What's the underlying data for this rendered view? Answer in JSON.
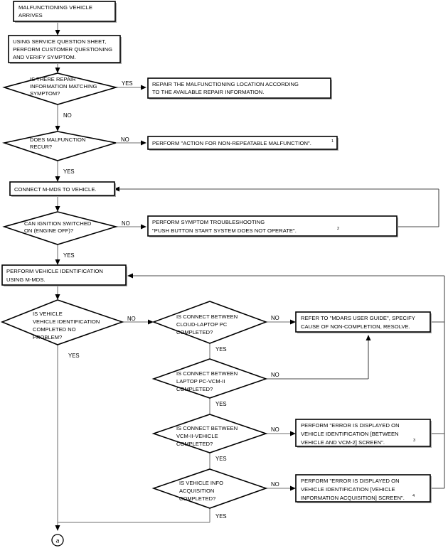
{
  "chart_data": {
    "type": "diagram",
    "title": "Vehicle Diagnostic Troubleshooting Flowchart",
    "nodes": [
      {
        "id": "n1",
        "shape": "process",
        "lines": [
          "MALFUNCTIONING VEHICLE",
          "ARRIVES"
        ]
      },
      {
        "id": "n2",
        "shape": "process",
        "lines": [
          "USING SERVICE QUESTION SHEET,",
          "PERFORM CUSTOMER QUESTIONING",
          "AND VERIFY SYMPTOM."
        ]
      },
      {
        "id": "d1",
        "shape": "decision",
        "lines": [
          "IS THERE REPAIR",
          "INFORMATION MATCHING",
          "SYMPTOM?"
        ]
      },
      {
        "id": "n3",
        "shape": "process",
        "lines": [
          "REPAIR THE MALFUNCTIONING LOCATION ACCORDING",
          "TO THE AVAILABLE REPAIR INFORMATION."
        ]
      },
      {
        "id": "d2",
        "shape": "decision",
        "lines": [
          "DOES MALFUNCTION",
          "RECUR?"
        ]
      },
      {
        "id": "n4",
        "shape": "process",
        "lines": [
          "PERFORM \"ACTION FOR NON-REPEATABLE MALFUNCTION\"."
        ],
        "superscript": "1"
      },
      {
        "id": "n5",
        "shape": "process",
        "lines": [
          "CONNECT M-MDS TO VEHICLE."
        ]
      },
      {
        "id": "d3",
        "shape": "decision",
        "lines": [
          "CAN IGNITION SWITCHED",
          "ON (ENGINE OFF)?"
        ]
      },
      {
        "id": "n6",
        "shape": "process",
        "lines": [
          "PERFORM SYMPTOM TROUBLESHOOTING",
          "\"PUSH BUTTON START SYSTEM DOES NOT OPERATE\"."
        ],
        "superscript": "2"
      },
      {
        "id": "n7",
        "shape": "process",
        "lines": [
          "PERFORM VEHICLE IDENTIFICATION",
          "USING M-MDS."
        ]
      },
      {
        "id": "d4",
        "shape": "decision",
        "lines": [
          "IS VEHICLE",
          "VEHICLE IDENTIFICATION",
          "COMPLETED NO",
          "PROBLEM?"
        ]
      },
      {
        "id": "d5",
        "shape": "decision",
        "lines": [
          "IS CONNECT BETWEEN",
          "CLOUD-LAPTOP PC",
          "COMPLETED?"
        ]
      },
      {
        "id": "n8",
        "shape": "process",
        "lines": [
          "REFER TO \"MDARS USER GUIDE\", SPECIFY",
          "CAUSE OF NON-COMPLETION, RESOLVE."
        ]
      },
      {
        "id": "d6",
        "shape": "decision",
        "lines": [
          "IS CONNECT BETWEEN",
          "LAPTOP PC-VCM-II",
          "COMPLETED?"
        ]
      },
      {
        "id": "d7",
        "shape": "decision",
        "lines": [
          "IS CONNECT BETWEEN",
          "VCM-II-VEHICLE",
          "COMPLETED?"
        ]
      },
      {
        "id": "n9",
        "shape": "process",
        "lines": [
          "PERFORM \"ERROR IS DISPLAYED ON",
          "VEHICLE IDENTIFICATION [BETWEEN",
          "VEHICLE AND VCM-2] SCREEN\"."
        ],
        "superscript": "3"
      },
      {
        "id": "d8",
        "shape": "decision",
        "lines": [
          "IS VEHICLE INFO",
          "ACQUISITION",
          "COMPLETED?"
        ]
      },
      {
        "id": "n10",
        "shape": "process",
        "lines": [
          "PERFORM \"ERROR IS DISPLAYED ON",
          "VEHICLE IDENTIFICATION [VEHICLE",
          "INFORMATION ACQUISITION] SCREEN\"."
        ],
        "superscript": "4"
      },
      {
        "id": "c1",
        "shape": "connector",
        "label": "a"
      }
    ],
    "edge_labels": {
      "d1_yes": "YES",
      "d1_no": "NO",
      "d2_no": "NO",
      "d2_yes": "YES",
      "d3_no": "NO",
      "d3_yes": "YES",
      "d4_no": "NO",
      "d4_yes": "YES",
      "d5_no": "NO",
      "d5_yes": "YES",
      "d6_no": "NO",
      "d6_yes": "YES",
      "d7_no": "NO",
      "d7_yes": "YES",
      "d8_no": "NO",
      "d8_yes": "YES"
    },
    "colors": {
      "background": "#ffffff",
      "stroke": "#000000",
      "connector": "#8c8c8c",
      "shadow": "#a8a8a8"
    }
  }
}
